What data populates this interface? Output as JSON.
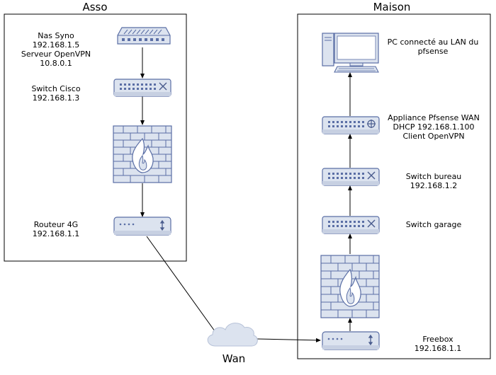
{
  "groups": {
    "asso": "Asso",
    "maison": "Maison",
    "wan": "Wan"
  },
  "labels": {
    "nas": [
      "Nas Syno",
      "192.168.1.5",
      "Serveur OpenVPN",
      "10.8.0.1"
    ],
    "switch_cisco": [
      "Switch Cisco",
      "192.168.1.3"
    ],
    "routeur_4g": [
      "Routeur 4G",
      "192.168.1.1"
    ],
    "pc": [
      "PC connecté au LAN du",
      "pfsense"
    ],
    "pfsense": [
      "Appliance Pfsense WAN",
      "DHCP 192.168.1.100",
      "Client OpenVPN"
    ],
    "switch_bureau": [
      "Switch bureau",
      "192.168.1.2"
    ],
    "switch_garage": [
      "Switch garage"
    ],
    "freebox": [
      "Freebox",
      "192.168.1.1"
    ]
  },
  "colors": {
    "device_fill": "#dce3ef",
    "device_stroke": "#5a6ea5",
    "device_dark": "#4a5c8e",
    "line": "#000000"
  }
}
